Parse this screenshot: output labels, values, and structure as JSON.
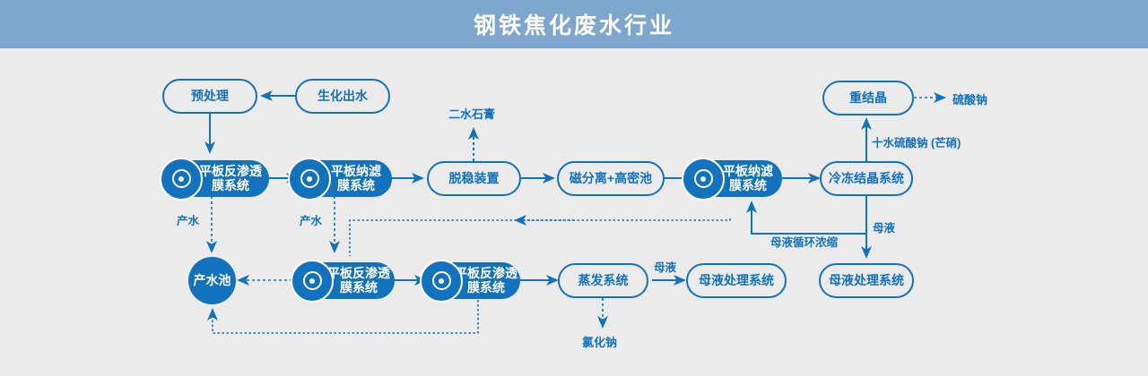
{
  "header": {
    "title": "钢铁焦化废水行业",
    "bg_color": "#7fa6ce",
    "text_color": "#ffffff"
  },
  "theme": {
    "accent": "#1272bd",
    "canvas_bg": "#ebebeb",
    "node_fill": "#1272bd",
    "node_text_light": "#ffffff"
  },
  "nodes": {
    "pretreatment": "预处理",
    "bio_effluent": "生化出水",
    "ro_top": "平板反渗透\n膜系统",
    "nf_top": "平板纳滤\n膜系统",
    "destabilizer": "脱稳装置",
    "magnetic_sep": "磁分离+高密池",
    "nf_right": "平板纳滤\n膜系统",
    "freeze_cryst": "冷冻结晶系统",
    "recrystallization": "重结晶",
    "product_water_pool": "产水池",
    "ro_bottom_1": "平板反渗透\n膜系统",
    "ro_bottom_2": "平板反渗透\n膜系统",
    "evaporation": "蒸发系统",
    "mother_liquor_1": "母液处理系统",
    "mother_liquor_2": "母液处理系统"
  },
  "terminals": {
    "gypsum": "二水石膏",
    "sodium_sulfate": "硫酸钠",
    "sodium_chloride": "氯化钠"
  },
  "edge_labels": {
    "product_water_1": "产水",
    "product_water_2": "产水",
    "glauber_salt": "十水硫酸钠 (芒硝)",
    "mother_liquor_evap": "母液",
    "mother_liquor_freeze": "母液",
    "mother_liquor_recycle": "母液循环浓缩"
  },
  "icons": {
    "membrane_disc": "membrane-disc-icon"
  }
}
